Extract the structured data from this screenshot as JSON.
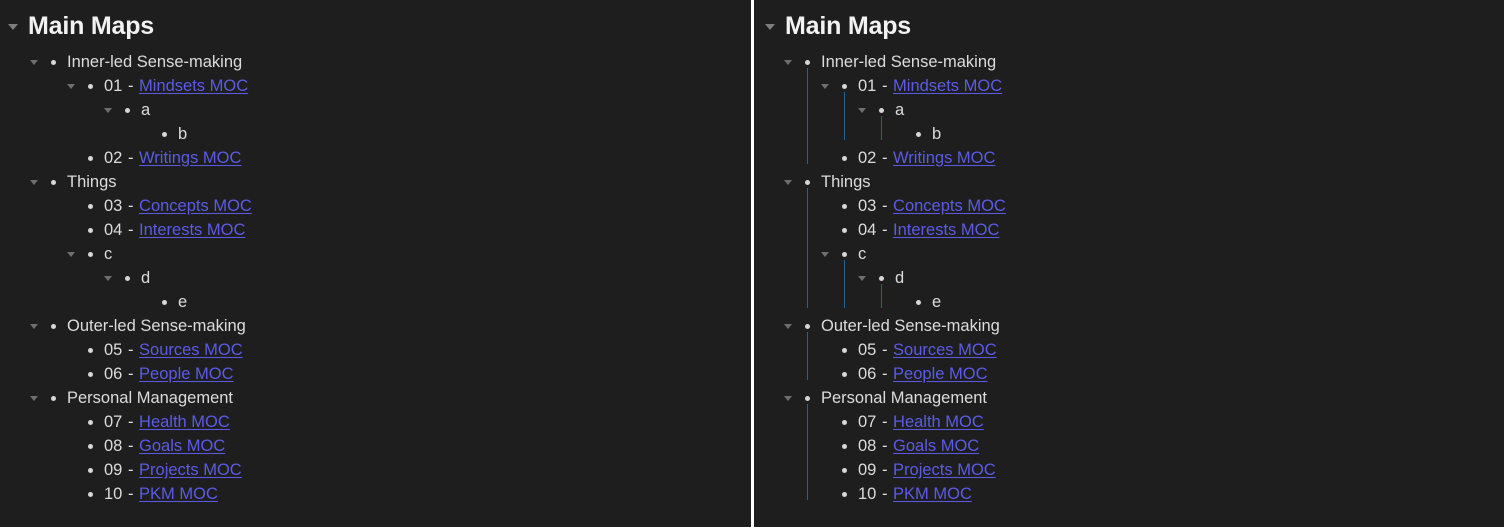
{
  "colors": {
    "background": "#1e1e1e",
    "text": "#dcdcdc",
    "heading": "#f2f2f2",
    "link": "#5b5be6",
    "bullet": "#d6d6d6",
    "arrow": "#6e6e6e",
    "divider": "#ffffff",
    "indent_guide": "#2e5f89"
  },
  "panes": [
    {
      "name": "left-pane",
      "indent_guides": false,
      "heading": {
        "label": "Main Maps",
        "collapse_icon": "chevron-down-icon",
        "expanded": true
      }
    },
    {
      "name": "right-pane",
      "indent_guides": true,
      "heading": {
        "label": "Main Maps",
        "collapse_icon": "chevron-down-icon",
        "expanded": true
      }
    }
  ],
  "outline": [
    {
      "depth": 0,
      "arrow": true,
      "num": "",
      "text": "Inner-led Sense-making",
      "link": ""
    },
    {
      "depth": 1,
      "arrow": true,
      "num": "01",
      "text": "",
      "link": "Mindsets MOC"
    },
    {
      "depth": 2,
      "arrow": true,
      "num": "",
      "text": "a",
      "link": ""
    },
    {
      "depth": 3,
      "arrow": false,
      "num": "",
      "text": "b",
      "link": ""
    },
    {
      "depth": 1,
      "arrow": false,
      "num": "02",
      "text": "",
      "link": "Writings MOC"
    },
    {
      "depth": 0,
      "arrow": true,
      "num": "",
      "text": "Things",
      "link": ""
    },
    {
      "depth": 1,
      "arrow": false,
      "num": "03",
      "text": "",
      "link": "Concepts MOC"
    },
    {
      "depth": 1,
      "arrow": false,
      "num": "04",
      "text": "",
      "link": "Interests MOC"
    },
    {
      "depth": 1,
      "arrow": true,
      "num": "",
      "text": "c",
      "link": ""
    },
    {
      "depth": 2,
      "arrow": true,
      "num": "",
      "text": "d",
      "link": ""
    },
    {
      "depth": 3,
      "arrow": false,
      "num": "",
      "text": "e",
      "link": ""
    },
    {
      "depth": 0,
      "arrow": true,
      "num": "",
      "text": "Outer-led Sense-making",
      "link": ""
    },
    {
      "depth": 1,
      "arrow": false,
      "num": "05",
      "text": "",
      "link": "Sources MOC"
    },
    {
      "depth": 1,
      "arrow": false,
      "num": "06",
      "text": "",
      "link": "People MOC"
    },
    {
      "depth": 0,
      "arrow": true,
      "num": "",
      "text": "Personal Management",
      "link": ""
    },
    {
      "depth": 1,
      "arrow": false,
      "num": "07",
      "text": "",
      "link": "Health MOC"
    },
    {
      "depth": 1,
      "arrow": false,
      "num": "08",
      "text": "",
      "link": "Goals MOC"
    },
    {
      "depth": 1,
      "arrow": false,
      "num": "09",
      "text": "",
      "link": "Projects MOC"
    },
    {
      "depth": 1,
      "arrow": false,
      "num": "10",
      "text": "",
      "link": "PKM MOC"
    }
  ],
  "separator": {
    "label": "pane-divider"
  }
}
